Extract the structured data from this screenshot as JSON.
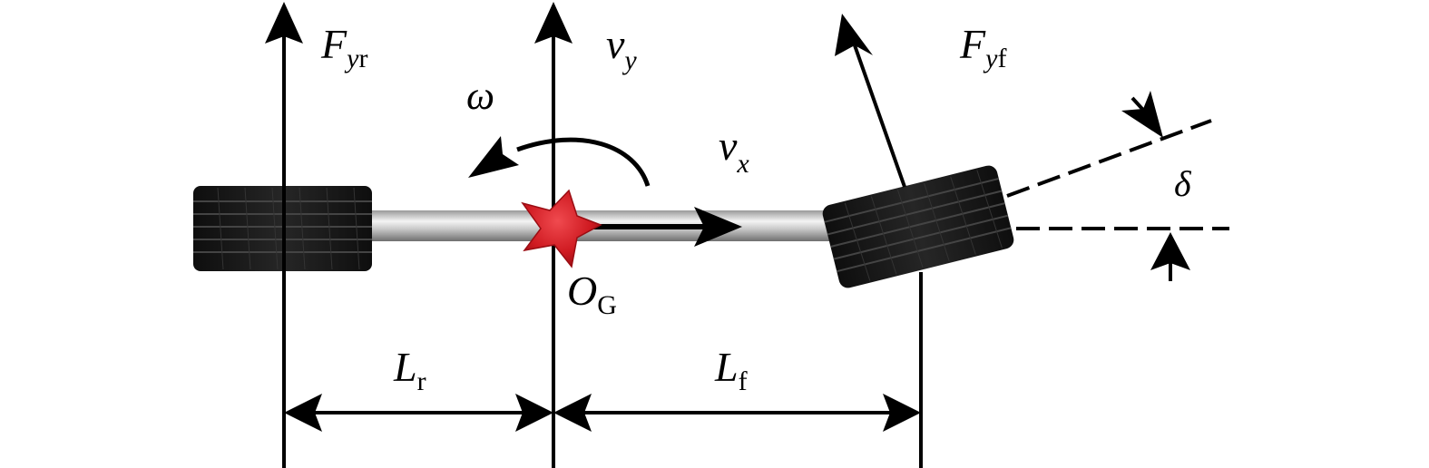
{
  "labels": {
    "F_yr": {
      "main": "F",
      "sub1": "y",
      "sub2": "r"
    },
    "v_y": {
      "main": "v",
      "sub": "y"
    },
    "omega": "ω",
    "v_x": {
      "main": "v",
      "sub": "x"
    },
    "F_yf": {
      "main": "F",
      "sub1": "y",
      "sub2": "f"
    },
    "delta": "δ",
    "O_G": {
      "main": "O",
      "sub": "G"
    },
    "L_r": {
      "main": "L",
      "sub": "r"
    },
    "L_f": {
      "main": "L",
      "sub": "f"
    }
  },
  "colors": {
    "line": "#000000",
    "tire": "#1b1b1b",
    "tread": "#3a3a3a",
    "axle_light": "#f2f2f2",
    "axle_dark": "#7d7d7d",
    "star": "#d01c22",
    "star_dark": "#8e0a10"
  }
}
